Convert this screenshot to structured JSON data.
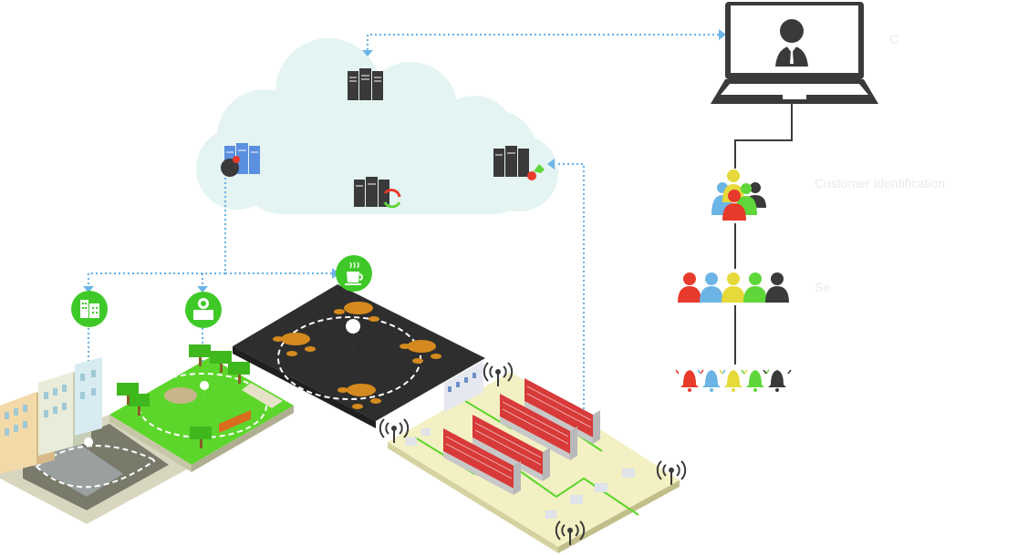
{
  "labels": {
    "customer_identification": "Customer Identification",
    "segment": "Se",
    "laptop_caption": "C"
  },
  "colors": {
    "cloud": "#e4f4f2",
    "connector": "#6cb4e6",
    "poi_green": "#3fc928",
    "server_dark": "#3a3a3a",
    "server_blue": "#5b8fe0",
    "person_red": "#e83a2a",
    "person_blue": "#6cb4e6",
    "person_yellow": "#e6d93a",
    "person_green": "#5fd63a",
    "person_dark": "#3a3a3a",
    "grass": "#5cd62b",
    "plaza": "#2e2e2e",
    "table_orange": "#d48a1e",
    "campus_ground": "#f3f0c4",
    "dorm_red": "#d83a3a"
  },
  "icons": {
    "cloud_servers": [
      "server-rack-icon",
      "server-alert-icon",
      "server-sync-icon",
      "server-approved-icon"
    ],
    "poi": [
      "building-icon",
      "gallery-icon",
      "coffee-icon"
    ],
    "people": [
      "person-icon"
    ],
    "alerts": [
      "bell-icon"
    ],
    "wifi": [
      "wifi-tower-icon"
    ],
    "device": [
      "laptop-icon",
      "businessman-icon"
    ]
  }
}
